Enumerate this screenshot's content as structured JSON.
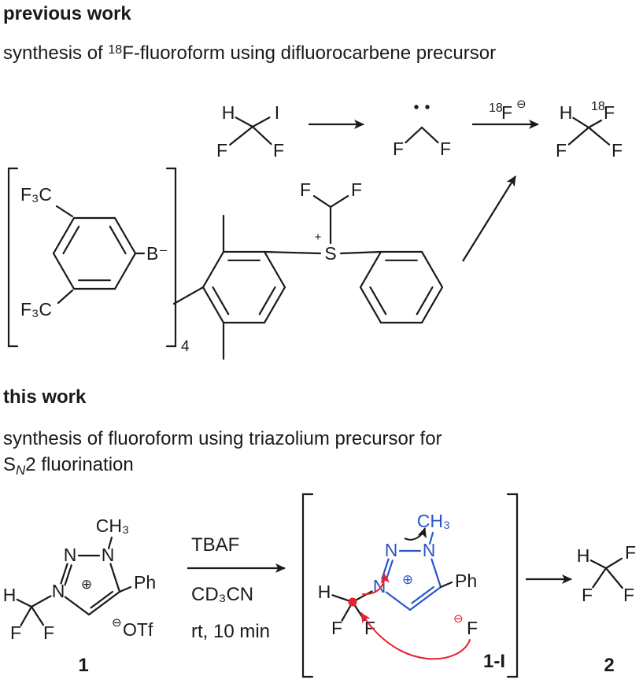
{
  "colors": {
    "blue": "#2b55c8",
    "red": "#e8212e",
    "ink": "#1a1a1a"
  },
  "previous_work": {
    "heading": "previous work",
    "subtitle": {
      "pre": "synthesis of ",
      "sup": "18",
      "post": "F-fluoroform using difluorocarbene precursor"
    },
    "chf2i": {
      "h": "H",
      "i": "I",
      "f_left": "F",
      "f_right": "F"
    },
    "carbene": {
      "f_left": "F",
      "f_right": "F"
    },
    "fluoride_label": {
      "sup": "18",
      "f": "F",
      "charge": "⊖"
    },
    "fluoroform_18f": {
      "h": "H",
      "sup": "18",
      "f_top": "F",
      "f_left": "F",
      "f_right": "F"
    },
    "borate": {
      "cf3_top": "F₃C",
      "cf3_bottom": "F₃C",
      "boron": "B⁻",
      "count": "4"
    },
    "sulfonium": {
      "f_left": "F",
      "f_right": "F",
      "sulfur": "S",
      "charge": "+"
    }
  },
  "this_work": {
    "heading": "this work",
    "subtitle_line1": "synthesis of fluoroform using triazolium precursor for",
    "subtitle_line2": {
      "pre": "S",
      "sub": "N",
      "post": "2 fluorination"
    },
    "triazolium_1": {
      "methyl": "CH₃",
      "n_top_right": "N",
      "n_top_left": "N",
      "n_left": "N",
      "ring_charge": "⊕",
      "phenyl": "Ph",
      "h": "H",
      "f_left": "F",
      "f_right": "F",
      "counterion_charge": "⊖",
      "counterion": "OTf",
      "label": "1"
    },
    "conditions": {
      "line1": "TBAF",
      "line2": "CD₃CN",
      "line3": "rt, 10 min"
    },
    "intermediate_1i": {
      "methyl": "CH₃",
      "n_top_right": "N",
      "n_top_left": "N",
      "n_left": "N",
      "ring_charge": "⊕",
      "phenyl": "Ph",
      "h": "H",
      "f_left": "F",
      "f_right": "F",
      "fluoride_charge": "⊖",
      "fluoride": "F",
      "label": "1-I"
    },
    "fluoroform_2": {
      "h": "H",
      "f_top": "F",
      "f_left": "F",
      "f_right": "F",
      "label": "2"
    }
  }
}
